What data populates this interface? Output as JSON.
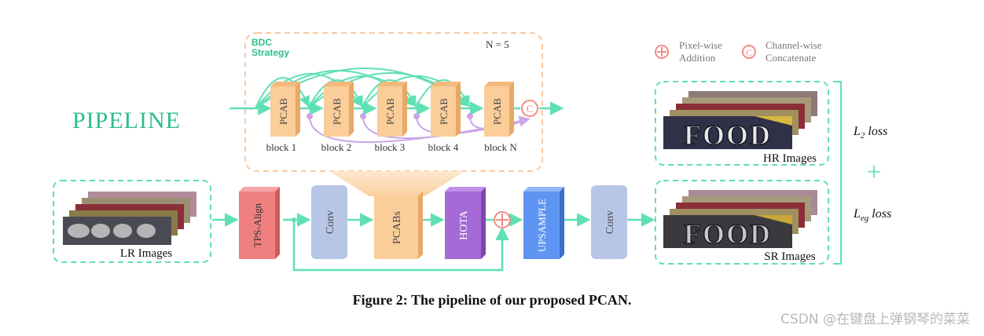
{
  "title": "PIPELINE",
  "bdc": {
    "label_line1": "BDC",
    "label_line2": "Strategy",
    "n_label": "N = 5"
  },
  "blocks": [
    {
      "box": "PCAB",
      "caption": "block 1"
    },
    {
      "box": "PCAB",
      "caption": "block 2"
    },
    {
      "box": "PCAB",
      "caption": "block 3"
    },
    {
      "box": "PCAB",
      "caption": "block 4"
    },
    {
      "box": "PCAB",
      "caption": "block N"
    }
  ],
  "legend": {
    "add_symbol": "⊕",
    "add_line1": "Pixel-wise",
    "add_line2": "Addition",
    "concat_symbol": "C",
    "concat_line1": "Channel-wise",
    "concat_line2": "Concatenate"
  },
  "modules": {
    "tps": "TPS-Align",
    "conv1": "Conv",
    "pcabs": "PCABs",
    "hota": "HOTA",
    "upsample": "UPSAMPLE",
    "conv2": "Conv"
  },
  "images": {
    "lr_label": "LR Images",
    "hr_label": "HR Images",
    "sr_label": "SR Images",
    "hr_text": "FOOD",
    "sr_text": "FOOD"
  },
  "loss": {
    "l2": "L",
    "l2_sub": "2",
    "l2_word": " loss",
    "plus": "+",
    "leg": "L",
    "leg_sub": "eg",
    "leg_word": " loss"
  },
  "caption": "Figure 2: The pipeline of our proposed PCAN.",
  "watermark": "CSDN @在键盘上弹钢琴的菜菜",
  "colors": {
    "teal": "#5fe0b4",
    "title": "#2ebd8b",
    "pcab_face": "#fbcd98",
    "pcab_side": "#e8a866",
    "tps_face": "#f08080",
    "tps_side": "#d05a5a",
    "conv_face": "#b7c6e6",
    "hota_face": "#a56ad6",
    "hota_side": "#7d46ad",
    "up_face": "#5f95f2",
    "up_side": "#3a6fcf",
    "dash_orange": "#f8c8a0",
    "purple_line": "#c9a6e6",
    "concat_red": "#f28b86"
  }
}
